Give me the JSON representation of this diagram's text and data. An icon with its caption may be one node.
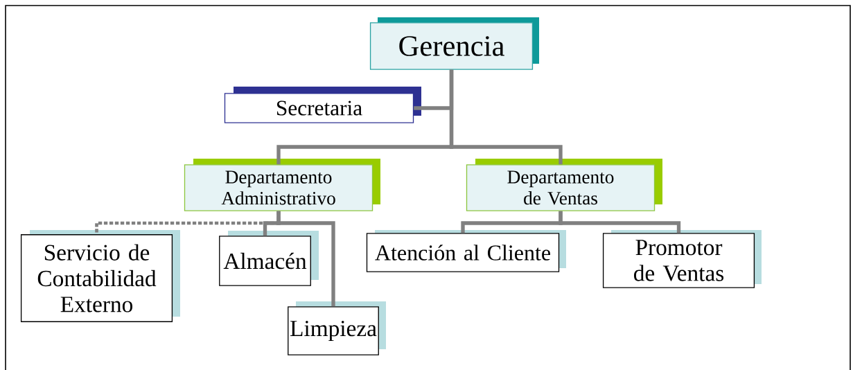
{
  "diagram": {
    "nodes": [
      {
        "text": [
          "Gerencia"
        ]
      },
      {
        "text": [
          "Secretaria"
        ]
      },
      {
        "text": [
          "Departamento Administrativo"
        ]
      },
      {
        "text": [
          "Departamento de Ventas"
        ]
      },
      {
        "text": [
          "Servicio de Contabilidad Externo"
        ]
      },
      {
        "text": [
          "Almacén"
        ]
      },
      {
        "text": [
          "Limpieza"
        ]
      },
      {
        "text": [
          "Atención al Cliente"
        ]
      },
      {
        "text": [
          "Promotor de Ventas"
        ]
      }
    ],
    "edges": [
      {
        "from": 0,
        "to": 1,
        "arrow": "none"
      },
      {
        "from": 0,
        "to": 2,
        "arrow": "none"
      },
      {
        "from": 0,
        "to": 3,
        "arrow": "none"
      },
      {
        "from": 2,
        "to": 4,
        "arrow": "none",
        "style": "dashed"
      },
      {
        "from": 2,
        "to": 5,
        "arrow": "none"
      },
      {
        "from": 2,
        "to": 6,
        "arrow": "none"
      },
      {
        "from": 3,
        "to": 7,
        "arrow": "none"
      },
      {
        "from": 3,
        "to": 8,
        "arrow": "none"
      }
    ]
  }
}
